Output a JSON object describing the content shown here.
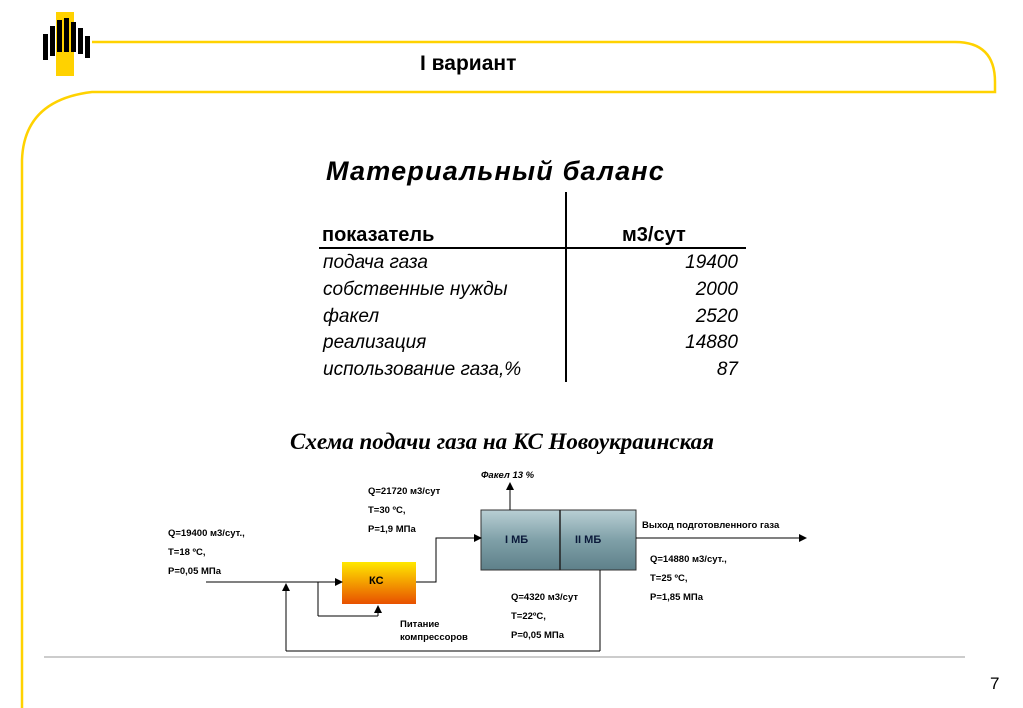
{
  "slide": {
    "title": "I вариант",
    "page_number": "7"
  },
  "balance": {
    "title": "Материальный баланс",
    "headers": [
      "показатель",
      "м3/сут"
    ],
    "rows": [
      {
        "label": "подача газа",
        "value": "19400"
      },
      {
        "label": "собственные нужды",
        "value": "2000"
      },
      {
        "label": "факел",
        "value": "2520"
      },
      {
        "label": "реализация",
        "value": "14880"
      },
      {
        "label": "использование газа,%",
        "value": "87"
      }
    ]
  },
  "scheme": {
    "title": "Схема подачи газа на КС Новоукраинская",
    "inlet": [
      "Q=19400 м3/сут.,",
      "Т=18 ºС,",
      "Р=0,05 МПа"
    ],
    "compressor_out": [
      "Q=21720 м3/сут",
      "Т=30 ºС,",
      "Р=1,9 МПа"
    ],
    "flare": "Факел 13 %",
    "ks_label": "КС",
    "mb1_label": "I МБ",
    "mb2_label": "II МБ",
    "outlet_label": "Выход подготовленного газа",
    "outlet": [
      "Q=14880 м3/сут.,",
      "Т=25 ºС,",
      "Р=1,85 МПа"
    ],
    "bottom_out": [
      "Q=4320 м3/сут",
      "Т=22ºС,",
      "Р=0,05 МПа"
    ],
    "feed": [
      "Питание",
      "компрессоров"
    ]
  },
  "colors": {
    "accent_yellow": "#FFD200",
    "divider_gray": "#cccccc",
    "ks_gradient_top": "#FFE800",
    "ks_gradient_bottom": "#E85000",
    "mb_fill": "#7FA0A8"
  }
}
